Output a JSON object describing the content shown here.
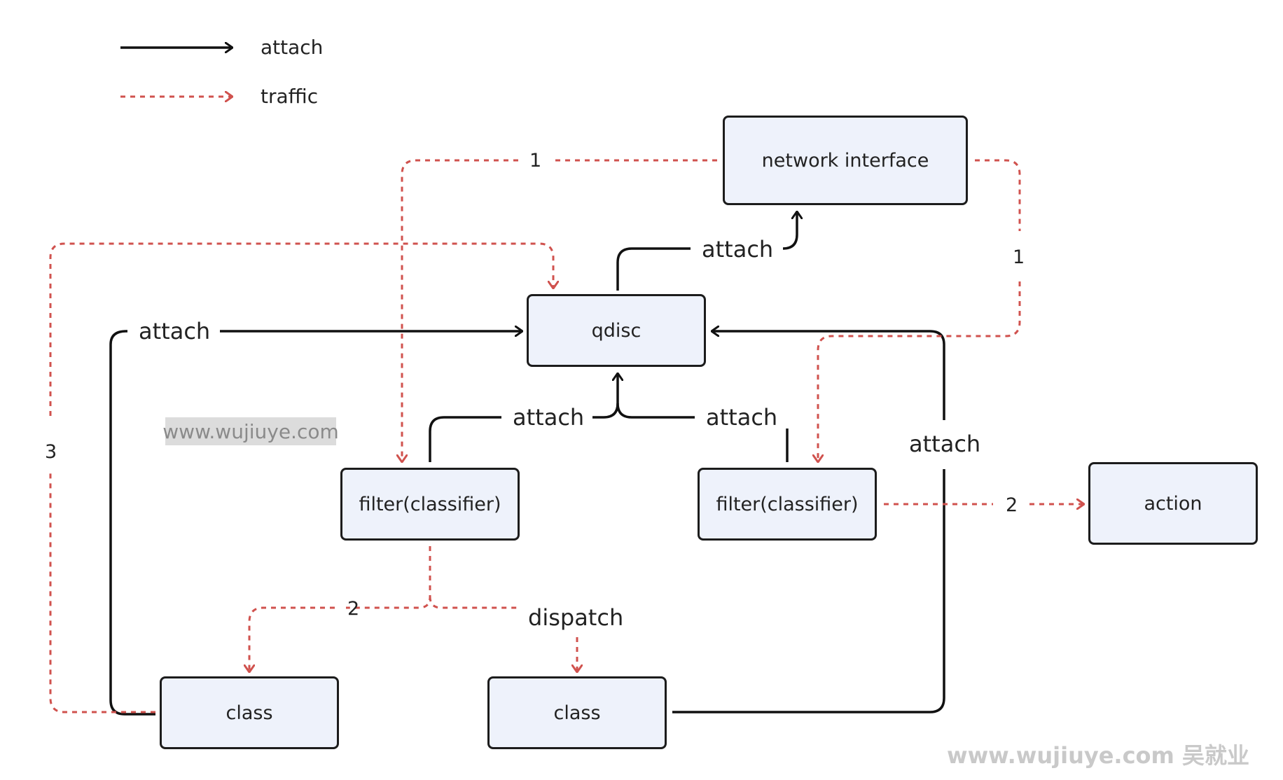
{
  "legend": {
    "attach_label": "attach",
    "traffic_label": "traffic"
  },
  "nodes": {
    "network_interface": "network interface",
    "qdisc": "qdisc",
    "filter_left": "filter(classifier)",
    "filter_right": "filter(classifier)",
    "action": "action",
    "class_left": "class",
    "class_mid": "class"
  },
  "edge_labels": {
    "qdisc_to_nic": "attach",
    "class_left_to_qdisc": "attach",
    "filter_left_to_qdisc": "attach",
    "filter_right_to_qdisc": "attach",
    "class_mid_to_qdisc": "attach",
    "nic_to_filter_left": "1",
    "nic_to_filter_right": "1",
    "filter_right_to_action": "2",
    "filter_left_to_class_left": "2",
    "filter_left_to_class_mid": "dispatch",
    "class_left_to_qdisc_traffic": "3"
  },
  "watermarks": {
    "inline": "www.wujiuye.com",
    "corner": "www.wujiuye.com 吴就业"
  },
  "colors": {
    "attach_line": "#111111",
    "traffic_line": "#d0524e",
    "node_fill": "#eef2fb",
    "node_border": "#1c1c1c"
  }
}
